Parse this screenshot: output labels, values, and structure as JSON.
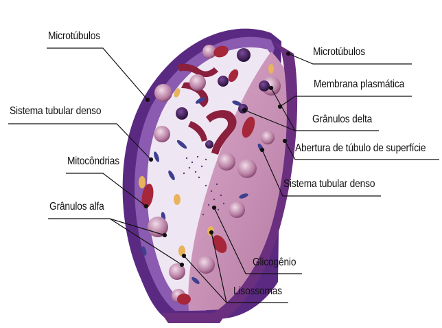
{
  "labels": {
    "microtubulos_left": "Microtúbulos",
    "sistema_tubular_denso_left": "Sistema tubular denso",
    "mitocondrias": "Mitocôndrias",
    "granulos_alfa": "Grânulos alfa",
    "microtubulos_right": "Microtúbulos",
    "membrana_plasmatica": "Membrana plasmática",
    "granulos_delta": "Grânulos delta",
    "abertura_tubulo": "Abertura de túbulo de superfície",
    "sistema_tubular_denso_right": "Sistema tubular denso",
    "glicogenio": "Glicogênio",
    "lisossomas": "Lisossomas"
  },
  "colors": {
    "outer_membrane": "#5a2a82",
    "inner_band": "#8a5bb0",
    "cytoplasm_light": "#efe6f3",
    "cut_face": "#c78fb5",
    "mitochondria": "#a6263a",
    "granule_dark": "#3a1650",
    "granule_pink": "#b98aa8",
    "lysosome": "#e8b35a"
  }
}
